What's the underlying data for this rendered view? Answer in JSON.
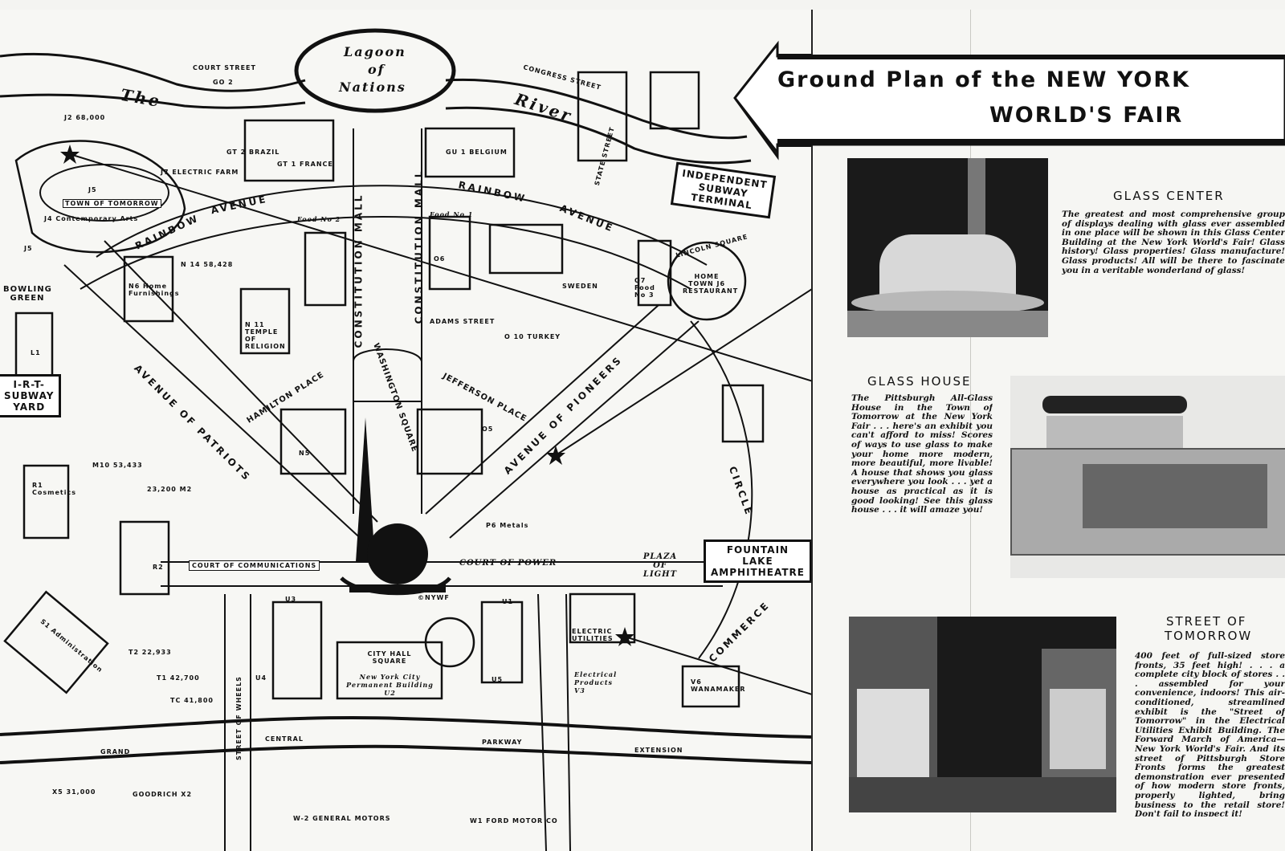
{
  "title": {
    "line1": "Ground Plan of the NEW YORK",
    "line2": "WORLD'S FAIR"
  },
  "colors": {
    "ink": "#111111",
    "paper": "#f4f4f1",
    "photo": "#1a1a1a"
  },
  "map": {
    "lagoon": [
      "Lagoon",
      "of",
      "Nations"
    ],
    "river": [
      "The",
      "River"
    ],
    "streets": {
      "court_street": "COURT STREET",
      "congress_street": "CONGRESS STREET",
      "rainbow_left": "RAINBOW",
      "avenue_left": "AVENUE",
      "rainbow_right": "RAINBOW",
      "avenue_right": "AVENUE",
      "constitution_mall_1": "CONSTITUTION MALL",
      "constitution_mall_2": "CONSTITUTION MALL",
      "avenue_of_patriots": "AVENUE OF PATRIOTS",
      "hamilton_place": "HAMILTON PLACE",
      "washington_square": "WASHINGTON SQUARE",
      "jefferson_place": "JEFFERSON PLACE",
      "avenue_of_pioneers": "AVENUE OF PIONEERS",
      "lincoln_square": "LINCOLN SQUARE",
      "circle": "CIRCLE",
      "commerce": "COMMERCE",
      "court_of_communications": "COURT OF  COMMUNICATIONS",
      "court_of_power": "COURT OF POWER",
      "plaza_of_light": "PLAZA OF LIGHT",
      "city_hall_square": "CITY HALL SQUARE",
      "street_of_wheels": "STREET OF WHEELS",
      "grand": "GRAND",
      "central": "CENTRAL",
      "parkway": "PARKWAY",
      "extension": "EXTENSION",
      "bowling_green": "BOWLING GREEN",
      "state_street": "STATE STREET",
      "adams_street": "ADAMS STREET"
    },
    "buildings": {
      "go2": "GO 2",
      "j2": "J2 68,000",
      "j5": "J5",
      "town_of_tomorrow": "TOWN OF TOMORROW",
      "electric_farm": "J7 ELECTRIC FARM",
      "gt2": "GT 2 BRAZIL",
      "gt1": "GT 1 FRANCE",
      "gu1": "GU 1 BELGIUM",
      "food2": "Food No 2",
      "food1": "Food No 1",
      "n6": "N6 Home Furnishings",
      "n14": "N 14 58,428",
      "n11": "N 11 TEMPLE OF RELIGION",
      "n5": "N5",
      "o6": "O6",
      "o5": "O5",
      "o7": "O7 Food No 3",
      "sweden": "SWEDEN",
      "turkey": "O 10 TURKEY",
      "home_town": "HOME TOWN J6 RESTAURANT",
      "m10": "M10 53,433",
      "m2": "23,200 M2",
      "r1": "R1 Cosmetics",
      "r2": "R2",
      "s1": "S1 Administration",
      "u3": "U3",
      "u1": "U1",
      "u2": "New York City Permanent Building U2",
      "u4": "U4",
      "u5": "U5",
      "v3": "Electrical Products V3",
      "v6": "V6 WANAMAKER",
      "electric_utilities": "ELECTRIC UTILITIES",
      "t1": "T1 42,700",
      "t2": "T2 22,933",
      "tc": "TC 41,800",
      "p6": "P6 Metals",
      "x5": "X5 31,000",
      "goodrich": "GOODRICH X2",
      "general_motors": "W-2 GENERAL MOTORS",
      "ford": "W1 FORD MOTOR CO",
      "j4": "J4 Contemporary Arts",
      "l1": "L1",
      "j5b": "J5",
      "nywf": "©NYWF"
    },
    "signs": {
      "independent_subway": [
        "INDEPENDENT",
        "SUBWAY",
        "TERMINAL"
      ],
      "irt_subway": [
        "I-R-T-",
        "SUBWAY",
        "YARD"
      ],
      "fountain_lake": [
        "FOUNTAIN",
        "LAKE",
        "AMPHITHEATRE"
      ]
    }
  },
  "exhibits": [
    {
      "heading": "GLASS CENTER",
      "text": "The greatest and most comprehensive group of displays dealing with glass ever assembled in one place will be shown in this Glass Center Building at the New York World's Fair! Glass history! Glass properties! Glass manufacture! Glass products! All will be there to fascinate you in a veritable wonderland of glass!"
    },
    {
      "heading": "GLASS HOUSE",
      "text": "The Pittsburgh All-Glass House in the Town of Tomorrow at the New York Fair . . . here's an exhibit you can't afford to miss! Scores of ways to use glass to make your home more modern, more beautiful, more livable! A house that shows you glass everywhere you look . . . yet a house as practical as it is good looking! See this glass house . . . it will amaze you!"
    },
    {
      "heading": [
        "STREET OF",
        "TOMORROW"
      ],
      "text": "400 feet of full-sized store fronts, 35 feet high! . . . a complete city block of stores . . . assembled for your convenience, indoors! This air-conditioned, streamlined exhibit is the \"Street of Tomorrow\" in the Electrical Utilities Exhibit Building. The Forward March of America—New York World's Fair. And its street of Pittsburgh Store Fronts forms the greatest demonstration ever presented of how modern store fronts, properly lighted, bring business to the retail store! Don't fail to inspect it!"
    }
  ]
}
